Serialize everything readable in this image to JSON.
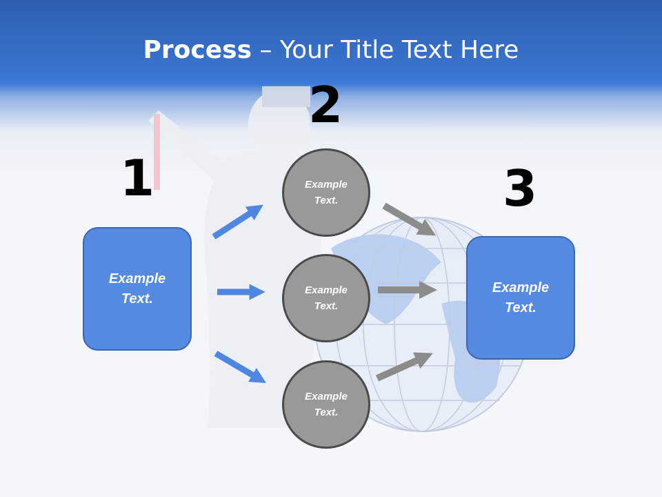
{
  "title": {
    "bold": "Process",
    "rest": " – Your Title Text Here"
  },
  "steps": [
    {
      "number": "1",
      "text": "Example\nText."
    },
    {
      "number": "2",
      "text": "Example\nText."
    },
    {
      "number": "3",
      "text": "Example\nText."
    }
  ],
  "circles": [
    {
      "text": "Example\nText."
    },
    {
      "text": "Example\nText."
    },
    {
      "text": "Example\nText."
    }
  ],
  "colors": {
    "box": "#558ae0",
    "circle": "#999999",
    "blue_arrow": "#4f86e0",
    "gray_arrow": "#8c8c8c"
  }
}
